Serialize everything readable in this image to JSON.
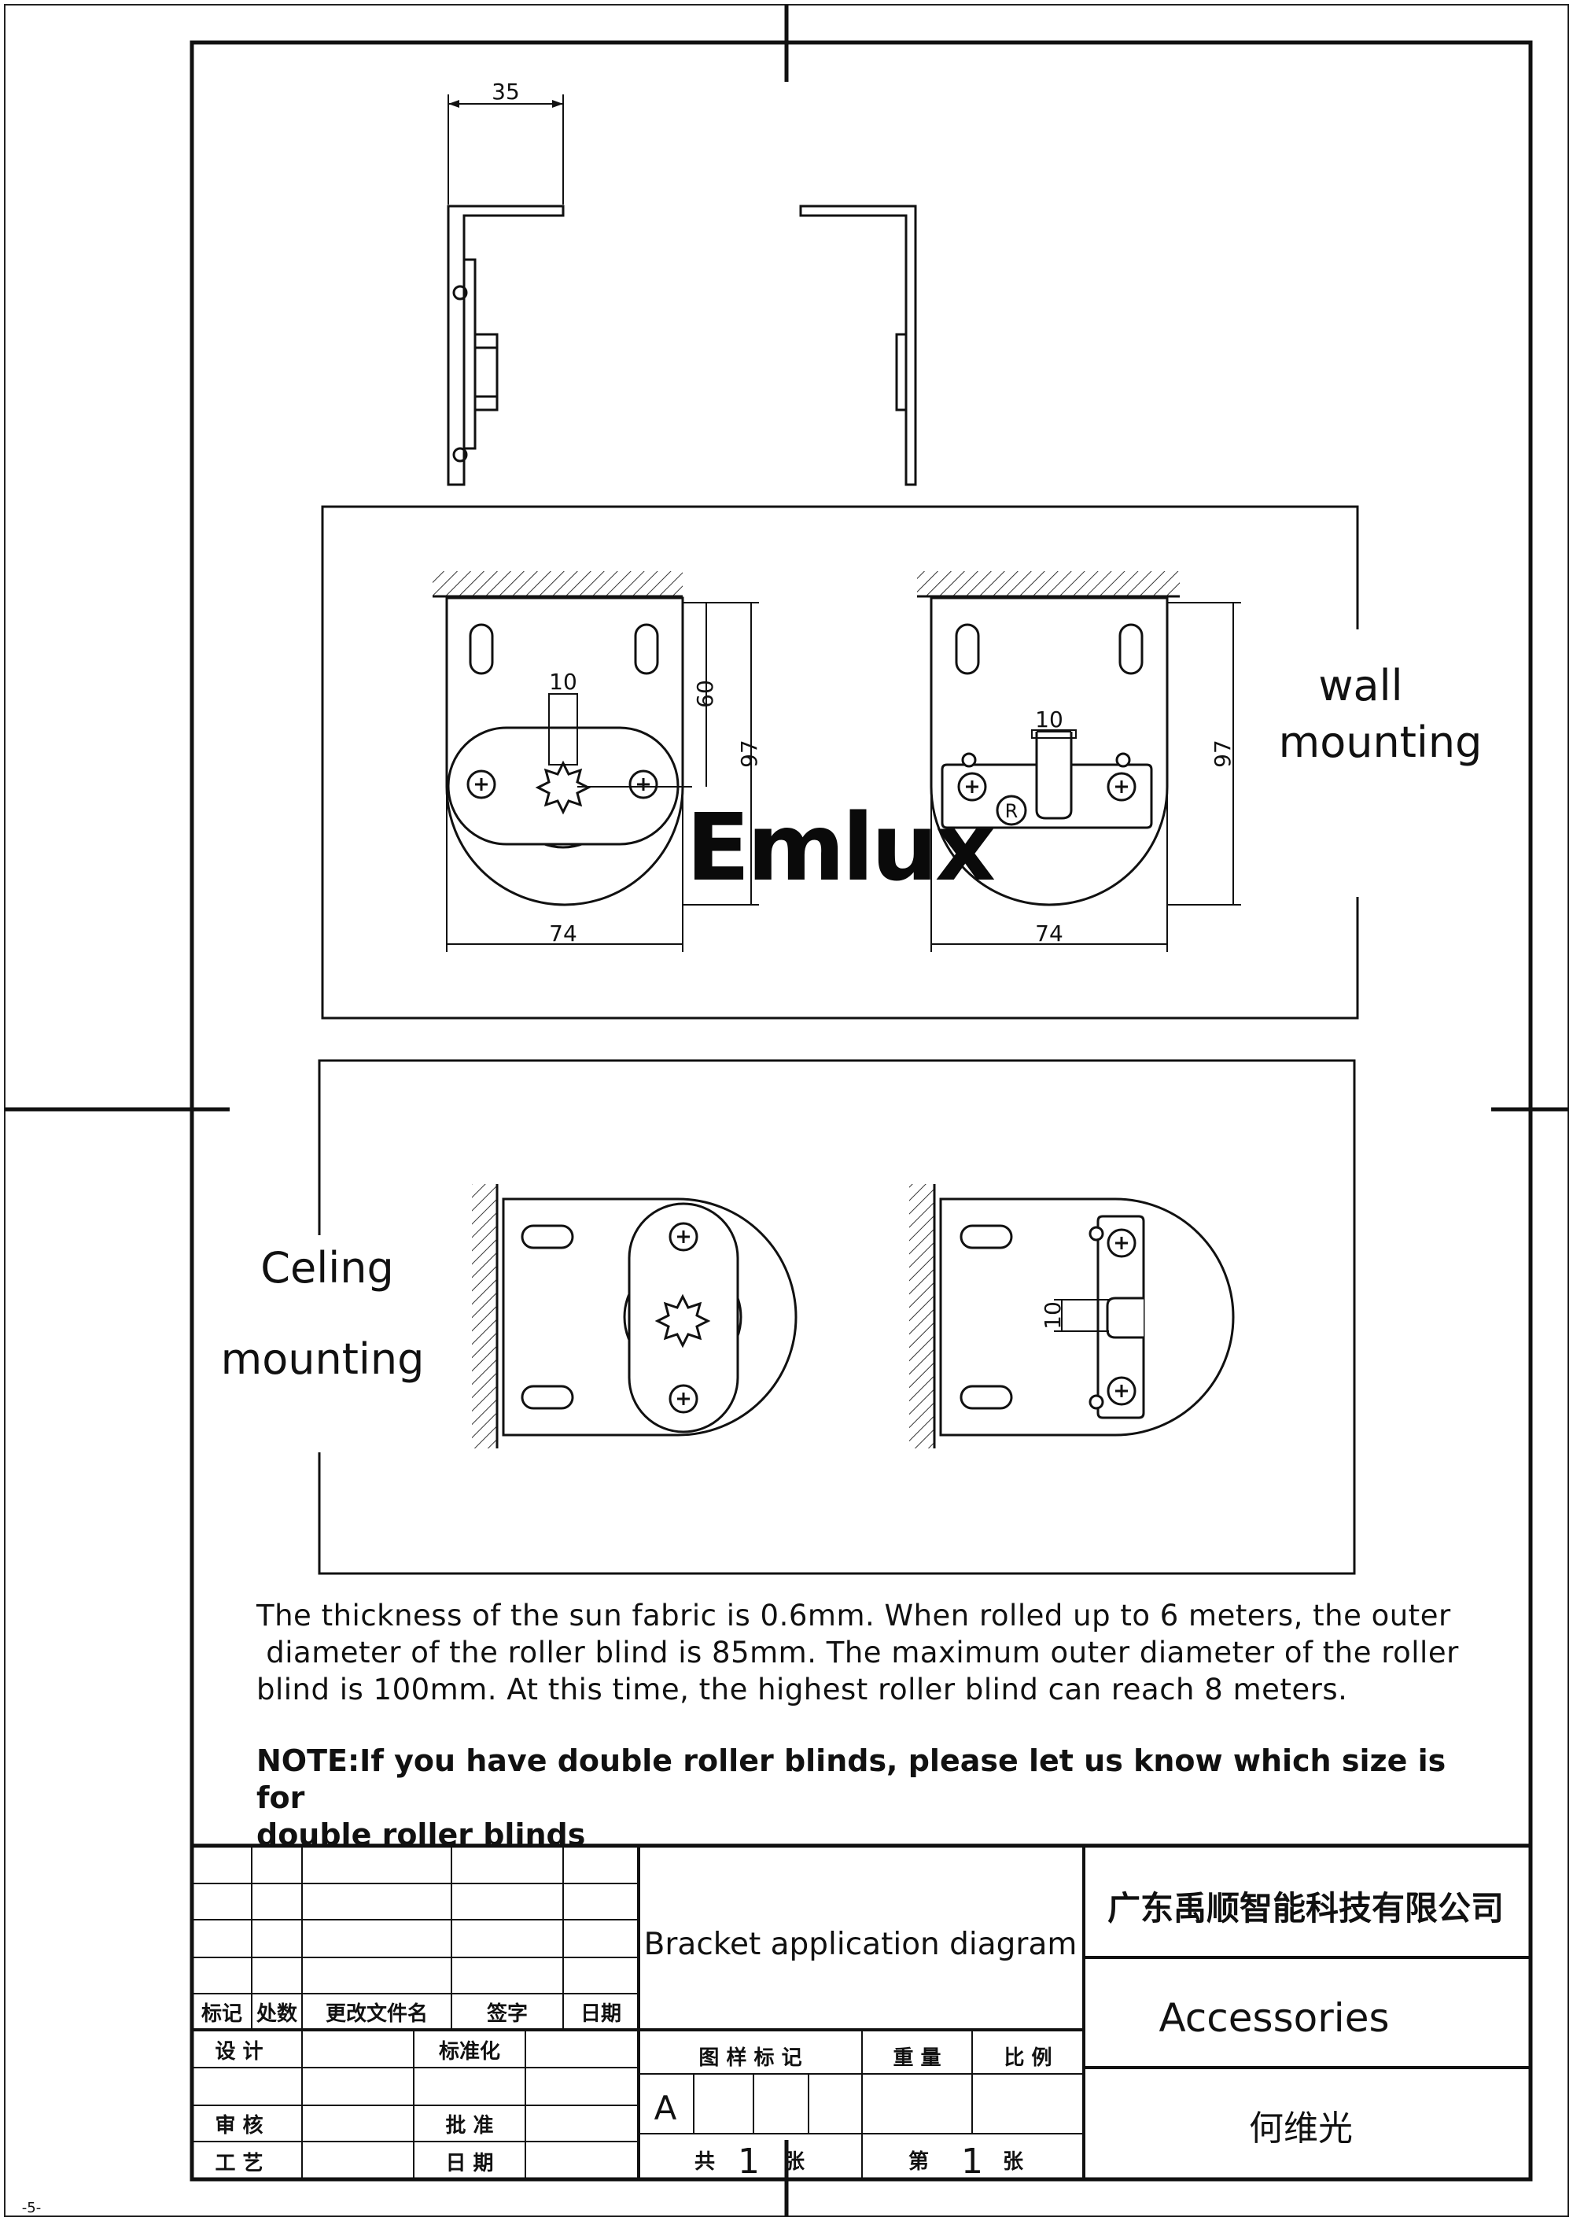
{
  "dimensions": {
    "side_width": "35",
    "slot_width_wall_front": "10",
    "wall_front_60": "60",
    "wall_front_97": "97",
    "wall_front_74": "74",
    "slot_width_wall_back": "10",
    "wall_back_97": "97",
    "wall_back_74": "74",
    "slot_width_ceiling": "10"
  },
  "labels": {
    "wall_line1": "wall",
    "wall_line2": "mounting",
    "ceiling_line1": "Celing",
    "ceiling_line2": "mounting"
  },
  "logo": {
    "text": "Emlux",
    "registered": "R"
  },
  "description": {
    "line1": "The thickness of the sun fabric is 0.6mm. When rolled up to 6 meters, the outer",
    "line2": " diameter of the roller blind is 85mm. The maximum outer diameter of the roller",
    "line3": "blind is 100mm. At this time, the highest roller blind can reach 8 meters."
  },
  "note": {
    "line1": "NOTE:If you have double roller blinds, please let us know which size is for",
    "line2": "double roller blinds"
  },
  "title_block": {
    "hdr_mark": "标记",
    "hdr_count": "处数",
    "hdr_doc": "更改文件名",
    "hdr_sign": "签字",
    "hdr_date": "日期",
    "design": "设  计",
    "standard": "标准化",
    "review": "审  核",
    "approve": "批  准",
    "craft": "工  艺",
    "date": "日  期",
    "drawing_title": "Bracket application diagram",
    "company": "广东禹顺智能科技有限公司",
    "category": "Accessories",
    "person": "何维光",
    "sample_mark": "图 样 标 记",
    "weight": "重 量",
    "ratio": "比 例",
    "grade": "A",
    "total_prefix": "共",
    "total_num": "1",
    "total_suffix": "张",
    "sheet_prefix": "第",
    "sheet_num": "1",
    "sheet_suffix": "张"
  },
  "page_number": "-5-"
}
